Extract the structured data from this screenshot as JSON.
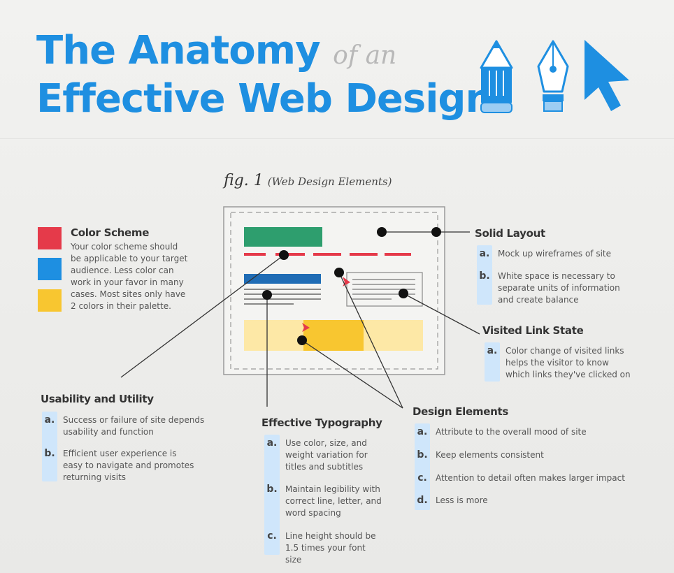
{
  "title": {
    "line1": "The Anatomy",
    "of_an": "of an",
    "line2": "Effective Web Design"
  },
  "figure": {
    "number": "fig. 1",
    "caption": "(Web Design Elements)"
  },
  "colors": {
    "blue": "#1e8fe1",
    "red": "#e53a4a",
    "green": "#2e9e6e",
    "yellow": "#f8c630",
    "light_yellow": "#fde8a6",
    "dark_blue": "#1f6cb5",
    "item_bar": "#cfe6fb"
  },
  "color_scheme": {
    "heading": "Color Scheme",
    "body": "Your color scheme should be applicable to your target audience. Less color can work in your favor in many cases. Most sites only have 2 colors in their palette."
  },
  "solid_layout": {
    "heading": "Solid Layout",
    "items": [
      {
        "key": "a.",
        "text": "Mock up wireframes of site"
      },
      {
        "key": "b.",
        "text": "White space is necessary to separate units of information and create balance"
      }
    ]
  },
  "visited_link": {
    "heading": "Visited Link State",
    "items": [
      {
        "key": "a.",
        "text": "Color change of visited links helps the visitor to know which links they've clicked on"
      }
    ]
  },
  "usability": {
    "heading": "Usability and Utility",
    "items": [
      {
        "key": "a.",
        "text": "Success or failure of site depends usability and function"
      },
      {
        "key": "b.",
        "text": "Efficient user experience is easy to navigate and promotes returning visits"
      }
    ]
  },
  "typography": {
    "heading": "Effective Typography",
    "items": [
      {
        "key": "a.",
        "text": "Use color, size, and weight variation for titles and subtitles"
      },
      {
        "key": "b.",
        "text": "Maintain legibility with correct line, letter, and word spacing"
      },
      {
        "key": "c.",
        "text": "Line height should be 1.5 times your font size"
      }
    ]
  },
  "design_elements": {
    "heading": "Design Elements",
    "items": [
      {
        "key": "a.",
        "text": "Attribute to the overall mood of site"
      },
      {
        "key": "b.",
        "text": "Keep elements consistent"
      },
      {
        "key": "c.",
        "text": "Attention to detail often makes larger impact"
      },
      {
        "key": "d.",
        "text": "Less is more"
      }
    ]
  },
  "icons": [
    "pencil-icon",
    "pen-nib-icon",
    "cursor-arrow-icon"
  ]
}
